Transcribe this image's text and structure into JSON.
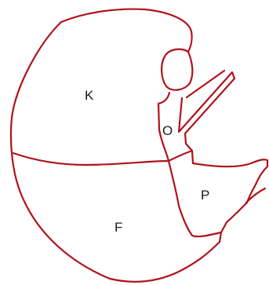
{
  "colors": {
    "line": "#b0121b",
    "label": "#1a1a1a",
    "background": "#ffffff"
  },
  "regions": {
    "k": "K",
    "o": "O",
    "p": "P",
    "f": "F"
  }
}
